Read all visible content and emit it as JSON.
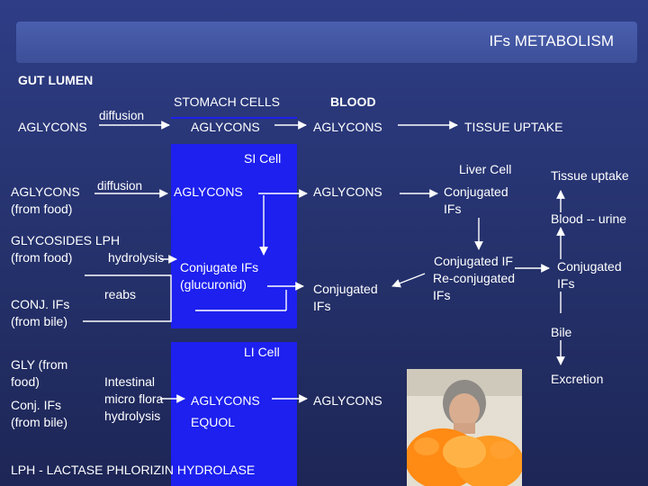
{
  "title": "IFs METABOLISM",
  "sections": {
    "gut_lumen": "GUT LUMEN",
    "stomach_cells": "STOMACH CELLS",
    "blood": "BLOOD",
    "si_cell": "SI Cell",
    "li_cell": "LI Cell",
    "liver_cell": "Liver Cell"
  },
  "labels": {
    "aglycons": "AGLYCONS",
    "diffusion": "diffusion",
    "tissue_uptake_caps": "TISSUE UPTAKE",
    "from_food": "(from food)",
    "glycosides_lph": "GLYCOSIDES LPH",
    "hydrolysis": "hydrolysis",
    "conjugate_ifs": "Conjugate IFs",
    "glucuronid": "(glucuronid)",
    "reabs": "reabs",
    "conj_ifs": "CONJ. IFs",
    "from_bile": "(from bile)",
    "conjugated": "Conjugated",
    "ifs": "IFs",
    "liver_conjugated": "Conjugated",
    "liver_ifs": "IFs",
    "conjugated_if": "Conjugated IF",
    "re_conjugated": "Re-conjugated",
    "tissue_uptake": "Tissue uptake",
    "blood_urine": "Blood -- urine",
    "bile": "Bile",
    "excretion": "Excretion",
    "gly_from": "GLY (from",
    "food_paren": "food)",
    "conj_ifs_lower": "Conj. IFs",
    "intestinal": "Intestinal",
    "micro_flora": "micro flora",
    "equol": "EQUOL",
    "footnote": "LPH - LACTASE PHLORIZIN HYDROLASE"
  },
  "colors": {
    "background": "#26336f",
    "title_bar": "#4a5fae",
    "panel": "#1d20ee",
    "text": "#ffffff",
    "arrow": "#ffffff"
  }
}
